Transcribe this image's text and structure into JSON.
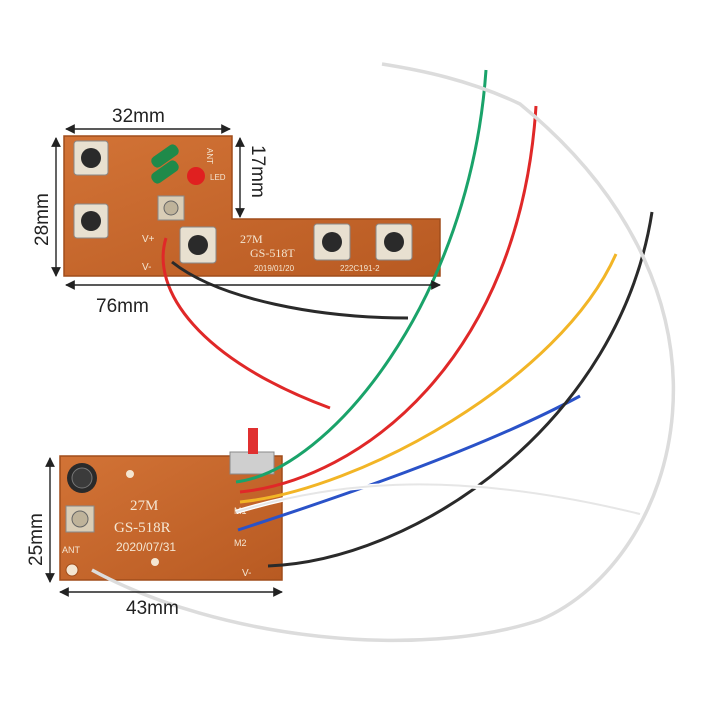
{
  "dimensions": {
    "tx_width": "32mm",
    "tx_height": "17mm",
    "tx_left_height": "28mm",
    "tx_total_width": "76mm",
    "rx_height": "25mm",
    "rx_width": "43mm"
  },
  "transmitter": {
    "freq": "27M",
    "model": "GS-518T",
    "date": "2019/01/20",
    "code": "222C191-2",
    "label_ant": "ANT",
    "label_led": "LED",
    "label_vplus": "V+",
    "label_vminus": "V-"
  },
  "receiver": {
    "freq": "27M",
    "model": "GS-518R",
    "date": "2020/07/31",
    "label_ant": "ANT",
    "label_m1": "M1",
    "label_m2": "M2",
    "label_vminus": "V-"
  },
  "colors": {
    "board": "#c8682a",
    "wire_red": "#e02828",
    "wire_green": "#1aa36a",
    "wire_yellow": "#f2b526",
    "wire_blue": "#2a52c8",
    "wire_black": "#2a2a2a",
    "wire_white": "#f4f4f4"
  }
}
